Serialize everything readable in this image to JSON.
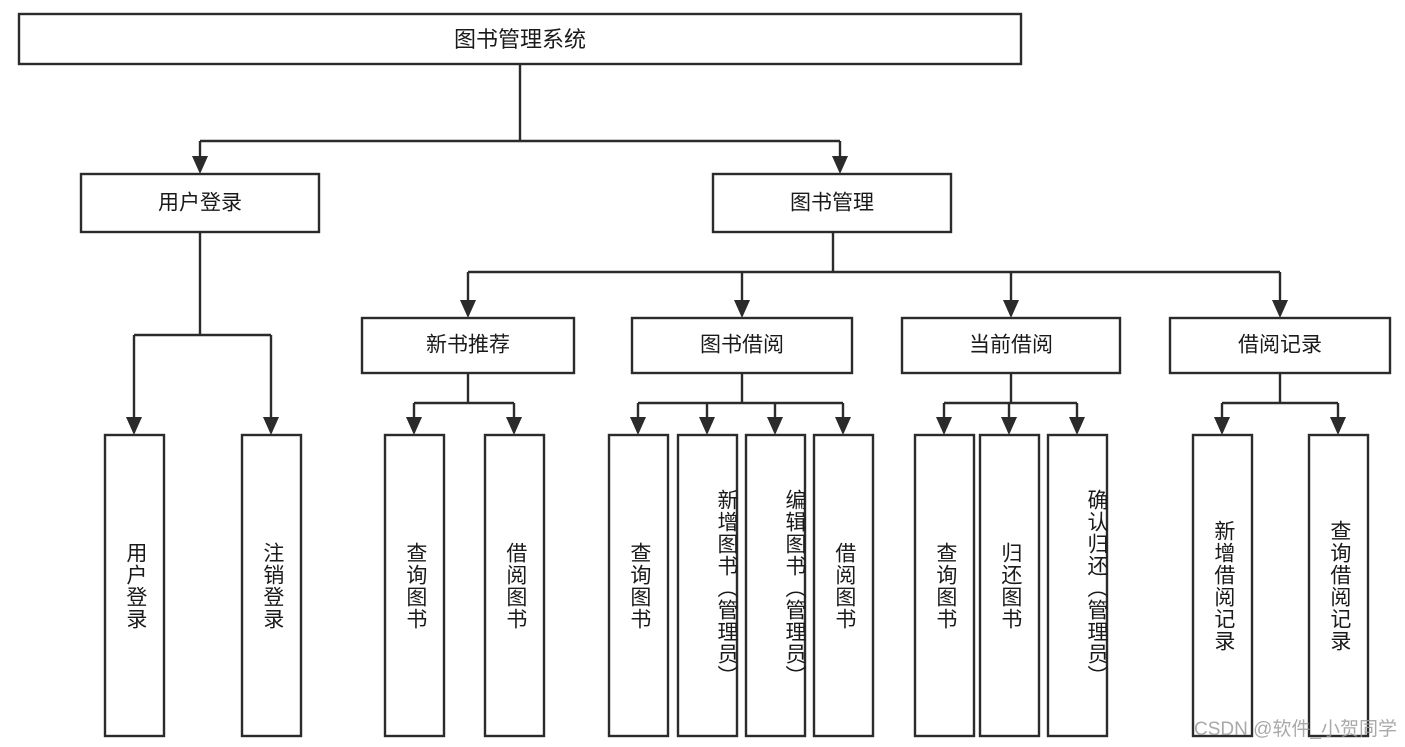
{
  "diagram": {
    "title": "图书管理系统",
    "type": "tree-hierarchy-diagram",
    "colors": {
      "stroke": "#2b2b2b",
      "fill": "#ffffff",
      "text": "#1a1a1a",
      "watermark": "#9b9b9b",
      "background": "#ffffff"
    },
    "root": {
      "label": "图书管理系统"
    },
    "level2": [
      {
        "label": "用户登录"
      },
      {
        "label": "图书管理"
      }
    ],
    "level3": [
      {
        "label": "新书推荐"
      },
      {
        "label": "图书借阅"
      },
      {
        "label": "当前借阅"
      },
      {
        "label": "借阅记录"
      }
    ],
    "leaves": {
      "user_login": [
        {
          "label": "用户登录"
        },
        {
          "label": "注销登录"
        }
      ],
      "new_book_recommend": [
        {
          "label": "查询图书"
        },
        {
          "label": "借阅图书"
        }
      ],
      "book_borrow": [
        {
          "label": "查询图书"
        },
        {
          "label": "新增图书（管理员）"
        },
        {
          "label": "编辑图书（管理员）"
        },
        {
          "label": "借阅图书"
        }
      ],
      "current_borrow": [
        {
          "label": "查询图书"
        },
        {
          "label": "归还图书"
        },
        {
          "label": "确认归还（管理员）"
        }
      ],
      "borrow_record": [
        {
          "label": "新增借阅记录"
        },
        {
          "label": "查询借阅记录"
        }
      ]
    },
    "watermark": "CSDN @软件_小贺同学"
  }
}
